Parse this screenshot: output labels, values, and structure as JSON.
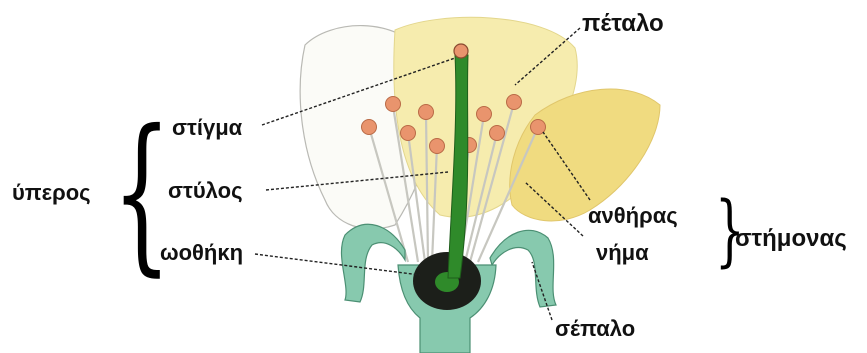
{
  "diagram": {
    "labels": {
      "petal": "πέταλο",
      "stigma": "στίγμα",
      "style": "στύλος",
      "ovary": "ωοθήκη",
      "pistil": "ύπερος",
      "anther": "ανθήρας",
      "filament": "νήμα",
      "stamen": "στήμονας",
      "sepal": "σέπαλο"
    },
    "colors": {
      "petal_fill": "#f6ecae",
      "petal_side": "#f0db80",
      "stem_green": "#2f8a2a",
      "sepal_teal": "#87c9ae",
      "anther_fill": "#e9946d",
      "ovary_dark": "#1c1f1a",
      "leader_line": "#222222"
    }
  }
}
